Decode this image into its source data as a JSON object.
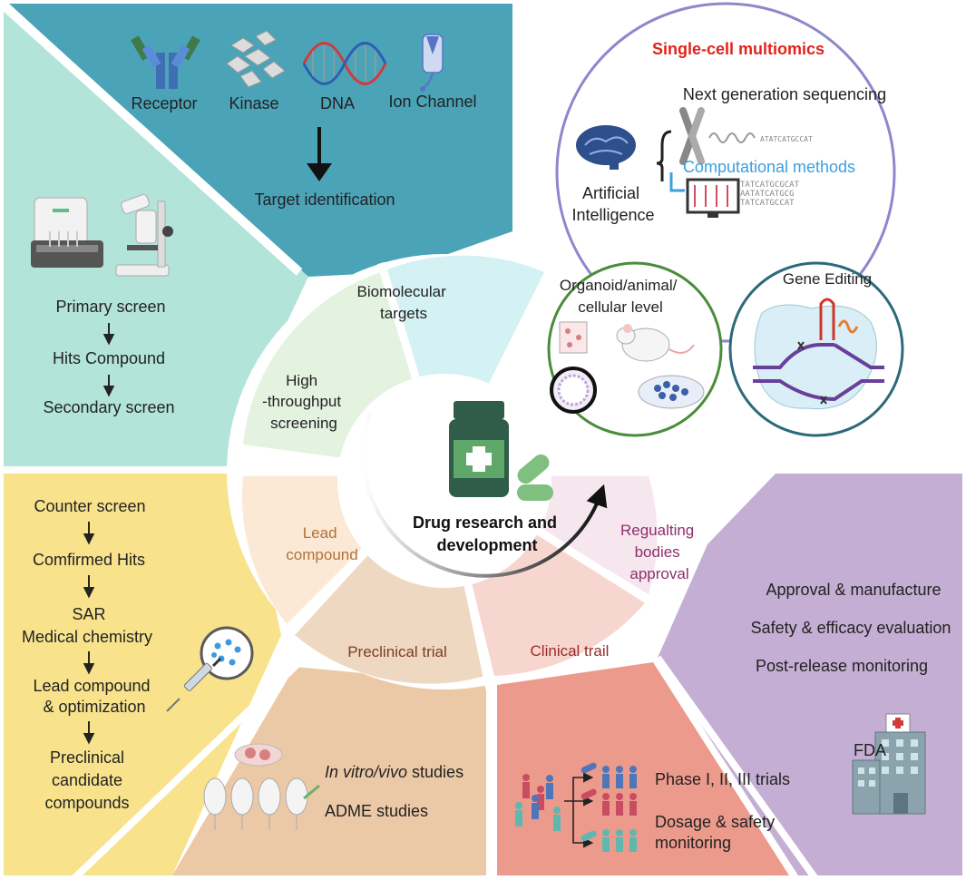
{
  "targets": {
    "receptor": "Receptor",
    "kinase": "Kinase",
    "dna": "DNA",
    "ion_channel": "Ion Channel",
    "result": "Target identification"
  },
  "screening": {
    "primary": "Primary screen",
    "hits": "Hits Compound",
    "secondary": "Secondary screen"
  },
  "lead": {
    "steps": [
      "Counter screen",
      "Comfirmed Hits",
      "SAR",
      "Medical chemistry",
      "Lead compound",
      "& optimization",
      "Preclinical",
      "candidate",
      "compounds"
    ]
  },
  "preclinical": {
    "invitro_italic": "In vitro/vivo",
    "invitro_rest": " studies",
    "adme": "ADME studies"
  },
  "clinical": {
    "phases": "Phase I, II, III trials",
    "dosage_line1": "Dosage & safety",
    "dosage_line2": "monitoring"
  },
  "approval": {
    "items": [
      "Approval & manufacture",
      "Safety & efficacy evaluation",
      "Post-release monitoring"
    ],
    "fda": "FDA"
  },
  "wheel": {
    "biomolecular": [
      "Biomolecular",
      "targets"
    ],
    "hts": [
      "High",
      "-throughput",
      "screening"
    ],
    "lead": [
      "Lead",
      "compound"
    ],
    "preclinical": "Preclinical trial",
    "clinical": "Clinical trail",
    "regulating": [
      "Regualting",
      "bodies",
      "approval"
    ],
    "center": [
      "Drug research and",
      "development"
    ]
  },
  "multiomics": {
    "title": "Single-cell multiomics",
    "ngs": "Next generation sequencing",
    "computational": "Computational methods",
    "ai": [
      "Artificial",
      "Intelligence"
    ],
    "organoid": [
      "Organoid/animal/",
      "cellular level"
    ],
    "gene_editing": "Gene Editing"
  },
  "colors": {
    "target_panel": "#4ba3b8",
    "screening_panel": "#b3e4d9",
    "lead_panel": "#f8e38c",
    "preclinical_panel": "#ecc9a6",
    "clinical_panel": "#ec9a8c",
    "approval_panel": "#c5aed3",
    "multiomics_border": "#8d87cc",
    "title_red": "#e2231a",
    "computational_blue": "#3ba0e0",
    "organoid_border": "#4a8d3b",
    "gene_border": "#2c6a7a"
  }
}
